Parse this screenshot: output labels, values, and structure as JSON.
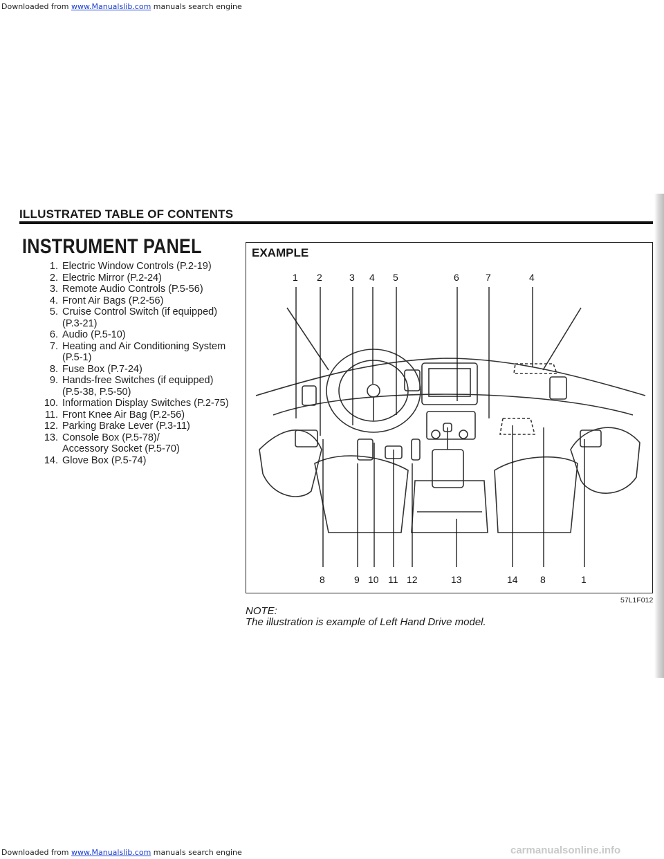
{
  "download_bar": {
    "prefix": "Downloaded from",
    "link": "www.Manualslib.com",
    "suffix": "manuals search engine"
  },
  "section_header": "ILLUSTRATED TABLE OF CONTENTS",
  "page_title": "INSTRUMENT PANEL",
  "toc_items": [
    {
      "num": "1.",
      "lines": [
        "Electric Window Controls (P.2-19)"
      ]
    },
    {
      "num": "2.",
      "lines": [
        "Electric Mirror (P.2-24)"
      ]
    },
    {
      "num": "3.",
      "lines": [
        "Remote Audio Controls (P.5-56)"
      ]
    },
    {
      "num": "4.",
      "lines": [
        "Front Air Bags (P.2-56)"
      ]
    },
    {
      "num": "5.",
      "lines": [
        "Cruise Control Switch (if equipped)",
        "(P.3-21)"
      ]
    },
    {
      "num": "6.",
      "lines": [
        "Audio (P.5-10)"
      ]
    },
    {
      "num": "7.",
      "lines": [
        "Heating and Air Conditioning System",
        "(P.5-1)"
      ]
    },
    {
      "num": "8.",
      "lines": [
        "Fuse Box (P.7-24)"
      ]
    },
    {
      "num": "9.",
      "lines": [
        "Hands-free Switches (if equipped)",
        "(P.5-38, P.5-50)"
      ]
    },
    {
      "num": "10.",
      "lines": [
        "Information Display Switches (P.2-75)"
      ]
    },
    {
      "num": "11.",
      "lines": [
        "Front Knee Air Bag (P.2-56)"
      ]
    },
    {
      "num": "12.",
      "lines": [
        "Parking Brake Lever (P.3-11)"
      ]
    },
    {
      "num": "13.",
      "lines": [
        "Console Box (P.5-78)/",
        "Accessory Socket (P.5-70)"
      ]
    },
    {
      "num": "14.",
      "lines": [
        "Glove Box (P.5-74)"
      ]
    }
  ],
  "figure": {
    "label": "EXAMPLE",
    "id": "57L1F012",
    "callouts_top": [
      "1",
      "2",
      "3",
      "4",
      "5",
      "6",
      "7",
      "4"
    ],
    "callouts_bottom": [
      "8",
      "9",
      "10",
      "11",
      "12",
      "13",
      "14",
      "8",
      "1"
    ]
  },
  "note": {
    "label": "NOTE:",
    "text": "The illustration is example of Left Hand Drive model."
  },
  "footer": {
    "prefix": "Downloaded from",
    "link": "www.Manualslib.com",
    "suffix": "manuals search engine",
    "watermark": "carmanualsonline.info"
  }
}
